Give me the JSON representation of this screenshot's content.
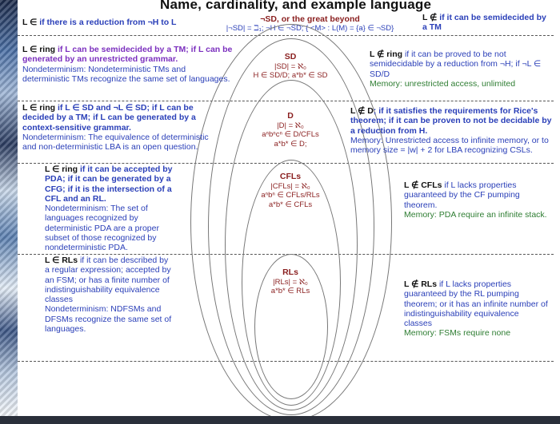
{
  "title": "Name, cardinality, and example language",
  "header": {
    "reduction_sym": "L ∈",
    "reduction_text": "if there is a reduction from ¬H to L",
    "nsd_title": "¬SD, or the great beyond",
    "nsd_line": "|¬SD| = ℶ₁; ¬H ∈ ¬SD; { <M> : L(M) = {a} ∈ ¬SD}",
    "notin_sym": "L ∉",
    "notin_text": "if it can be semidecided by a TM"
  },
  "left": {
    "sd": {
      "lead": "L ∈ ring",
      "cond": " if L can be semidecided by a TM; if L can be generated by an unrestricted grammar.",
      "nd": "Nondeterminism: Nondeterministic TMs and deterministic TMs recognize the same set of languages."
    },
    "d": {
      "lead": "L ∈ ring",
      "cond": " if L ∈ SD and ¬L ∈ SD; if L can be decided by a TM; if L can be generated by a context-sensitive grammar.",
      "nd": "Nondeterminism: The equivalence of deterministic and non-deterministic LBA is an open question."
    },
    "cfl": {
      "lead": "L ∈ ring",
      "cond": " if it can be accepted by PDA; if it can be generated by a CFG; if it is the intersection of a CFL and an RL.",
      "nd": "Nondeterminism: The set of languages recognized by deterministic PDA are a proper subset of those recognized by nondeterministic PDA."
    },
    "rl": {
      "lead": "L ∈ RLs",
      "cond": " if it can be described by a regular expression; accepted by an FSM; or has a finite number of indistinguishability equivalence classes",
      "nd": "Nondeterminism: NDFSMs and DFSMs recognize the same set of languages."
    }
  },
  "right": {
    "sd": {
      "lead": "L ∉ ring",
      "cond": " if it can be proved to be not semidecidable by a reduction from ¬H; if ¬L ∈ SD/D",
      "mem": "Memory: unrestricted access, unlimited"
    },
    "d": {
      "lead": "L ∉ D",
      "cond": "; if it satisfies the requirements for Rice's theorem; if it can be proven to not be decidable by a reduction from H.",
      "mem": "Memory: Unrestricted access to infinite memory, or to memory size = |w| + 2 for LBA recognizing CSLs."
    },
    "cfl": {
      "lead": "L ∉ CFLs",
      "cond": " if L lacks properties guaranteed by the CF pumping theorem.",
      "mem": "Memory: PDA require an infinite stack."
    },
    "rl": {
      "lead": "L ∉ RLs",
      "cond": " if L lacks properties guaranteed by the RL pumping theorem; or it has an infinite number of indistinguishability equivalence classes",
      "mem": "Memory: FSMs require none"
    }
  },
  "classes": {
    "sd": {
      "name": "SD",
      "card": "|SD| = ℵ₀",
      "example": "H ∈ SD/D; a*b* ∈ SD"
    },
    "d": {
      "name": "D",
      "card": "|D| = ℵ₀",
      "example1": "aⁿbⁿcⁿ ∈ D/CFLs",
      "example2": "a*b* ∈ D;"
    },
    "cfl": {
      "name": "CFLs",
      "card": "|CFLs| = ℵ₀",
      "example1": "aⁿbⁿ ∈ CFLs/RLs",
      "example2": "a*b* ∈ CFLs"
    },
    "rl": {
      "name": "RLs",
      "card": "|RLs| = ℵ₀",
      "example": "a*b* ∈ RLs"
    }
  },
  "colors": {
    "blue": "#2a3fb8",
    "darkred": "#8a1f1f",
    "green": "#2e7d32",
    "purple": "#7b2fbe"
  }
}
